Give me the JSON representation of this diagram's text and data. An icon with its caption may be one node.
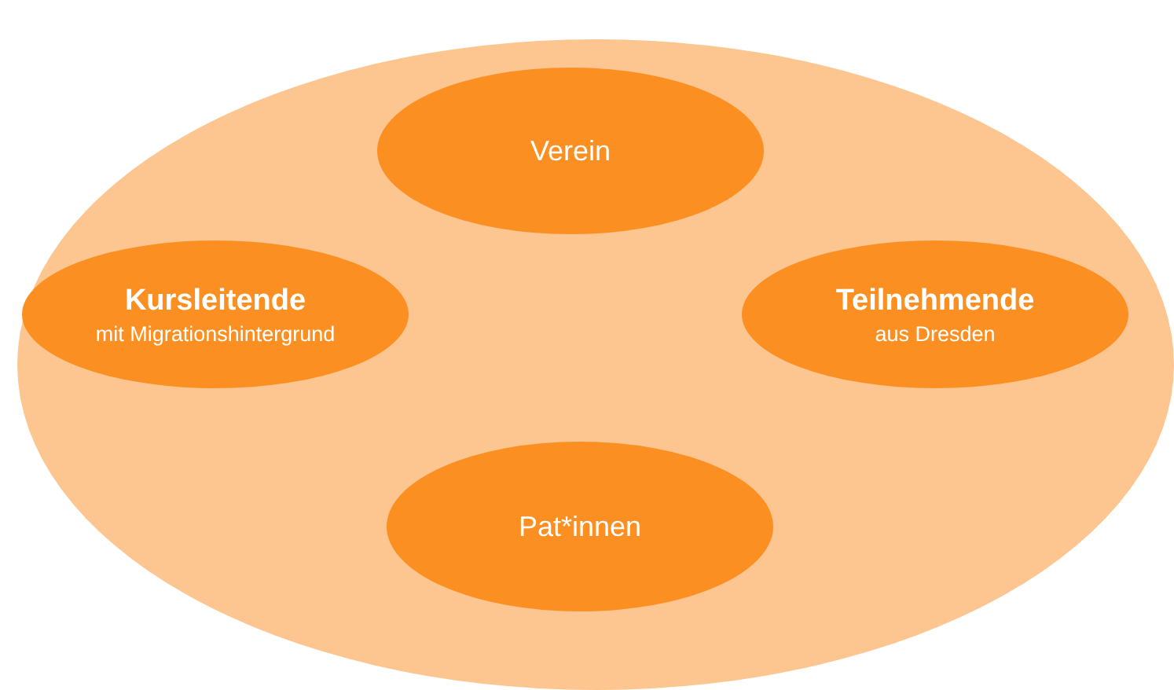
{
  "diagram": {
    "nodes": [
      {
        "text": [],
        "shape": "ellipse"
      },
      {
        "text": [
          "Verein"
        ],
        "in": 0
      },
      {
        "text": [
          "Kursleitende",
          "mit Migrationshintergrund"
        ],
        "in": 0
      },
      {
        "text": [
          "Teilnehmende",
          "aus Dresden"
        ],
        "in": 0
      },
      {
        "text": [
          "Pat*innen"
        ],
        "in": 0
      }
    ]
  }
}
